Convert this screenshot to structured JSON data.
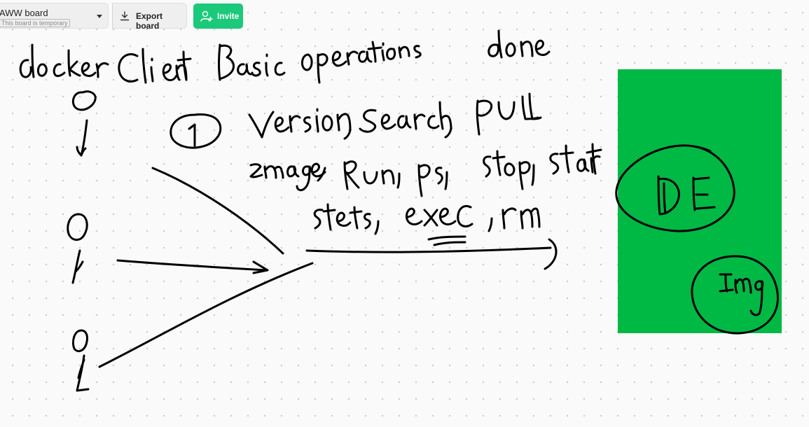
{
  "toolbar": {
    "board_title": "AWW board",
    "temporary_badge": "This board is temporary",
    "export_label": "Export board",
    "invite_label": "Invite"
  },
  "colors": {
    "canvas_background": "#fafafa",
    "grid_dot": "#c9c9c9",
    "invite_green": "#1cc97a",
    "sticky_green": "#00b844",
    "ink": "#000000"
  },
  "icons": {
    "dropdown": "chevron-down-icon",
    "export": "download-icon",
    "invite": "add-user-icon"
  }
}
